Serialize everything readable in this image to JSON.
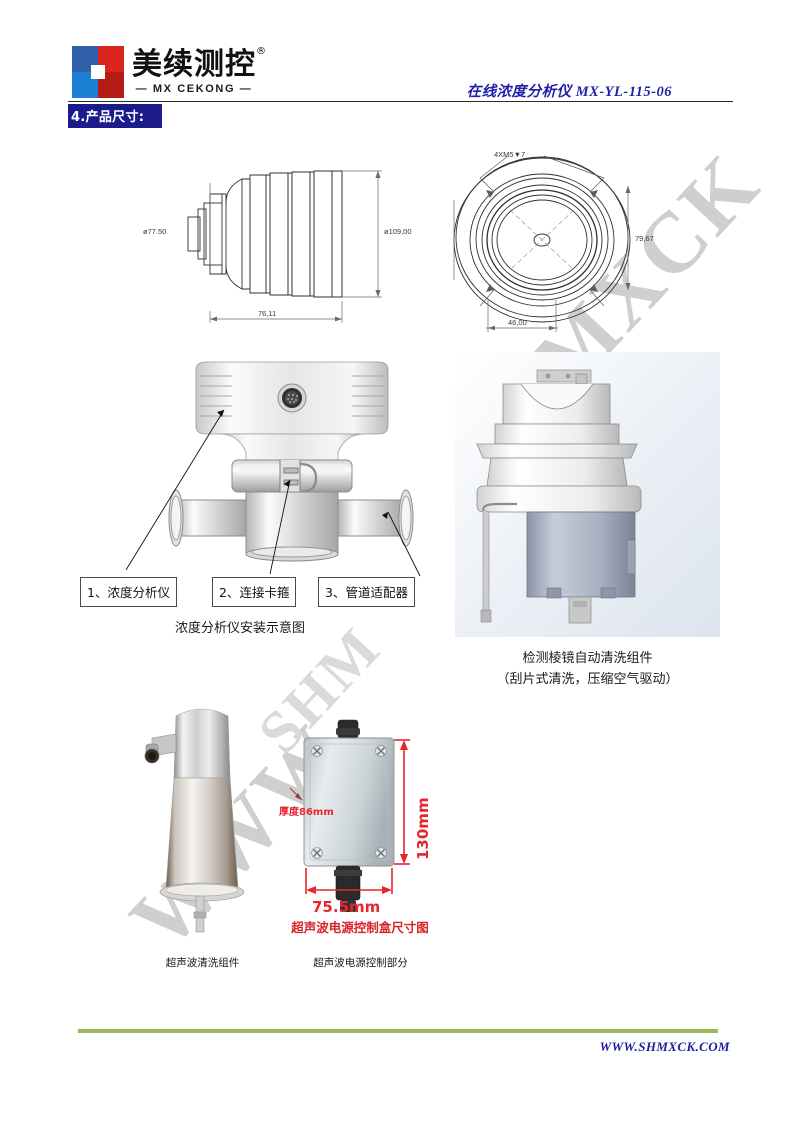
{
  "document": {
    "page_background": "#ffffff",
    "accent_navy": "#1b1b8c",
    "accent_green": "#9cb75a",
    "accent_red": "#e8252c"
  },
  "header": {
    "logo_cn": "美续测控",
    "logo_reg": "®",
    "logo_en": "— MX CEKONG —",
    "title": "在线浓度分析仪 MX-YL-115-06"
  },
  "section": {
    "heading": "4.产品尺寸:"
  },
  "drawing_left": {
    "name": "side-view-dimension-drawing",
    "dim_left": "ø77.50",
    "dim_right": "ø109,00",
    "dim_bottom": "76,11"
  },
  "drawing_right": {
    "name": "front-view-dimension-drawing",
    "dim_top": "4XM5▼7",
    "dim_right": "79,67",
    "dim_bottom": "46,00"
  },
  "assembly": {
    "callouts": [
      {
        "label": "1、浓度分析仪"
      },
      {
        "label": "2、连接卡箍"
      },
      {
        "label": "3、管道适配器"
      }
    ],
    "caption": "浓度分析仪安装示意图"
  },
  "prism_cleaner": {
    "caption_line1": "检测棱镜自动清洗组件",
    "caption_line2": "（刮片式清洗，压缩空气驱动）"
  },
  "ultrasonic_assembly": {
    "caption": "超声波清洗组件"
  },
  "ultrasonic_control": {
    "dim_height": "130mm",
    "dim_width": "75.5mm",
    "dim_thickness": "厚度86mm",
    "title": "超声波电源控制盒尺寸图",
    "caption": "超声波电源控制部分"
  },
  "watermark": {
    "text_a": "SHMXCK",
    "text_b": "WWW",
    "text_c": "SHM"
  },
  "footer": {
    "url": "WWW.SHMXCK.COM"
  }
}
